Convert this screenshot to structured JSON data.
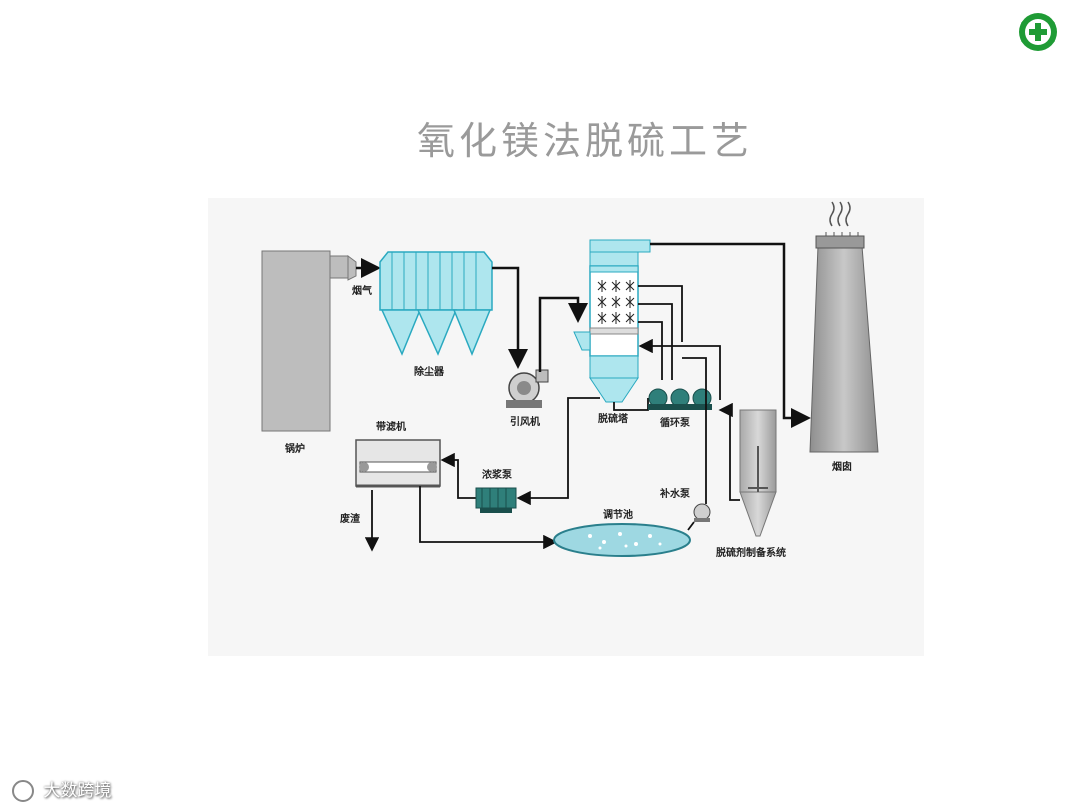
{
  "title": "氧化镁法脱硫工艺",
  "labels": {
    "boiler": "锅炉",
    "flue_gas": "烟气",
    "dust_collector": "除尘器",
    "induced_fan": "引风机",
    "desulfurization_tower": "脱硫塔",
    "circulation_pump": "循环泵",
    "chimney": "烟囱",
    "belt_filter": "带滤机",
    "slurry_pump": "浓浆泵",
    "waste_residue": "废渣",
    "regulating_pool": "调节池",
    "makeup_pump": "补水泵",
    "desulfurizer_system": "脱硫剂制备系统"
  },
  "watermark": "大数跨境",
  "colors": {
    "equipment_fill": "#aee6ee",
    "equipment_stroke": "#2aa9c0",
    "boiler_fill": "#bdbdbd",
    "pump_fill": "#2f7f7a",
    "pipe": "#111111",
    "logo": "#1f9b35"
  }
}
